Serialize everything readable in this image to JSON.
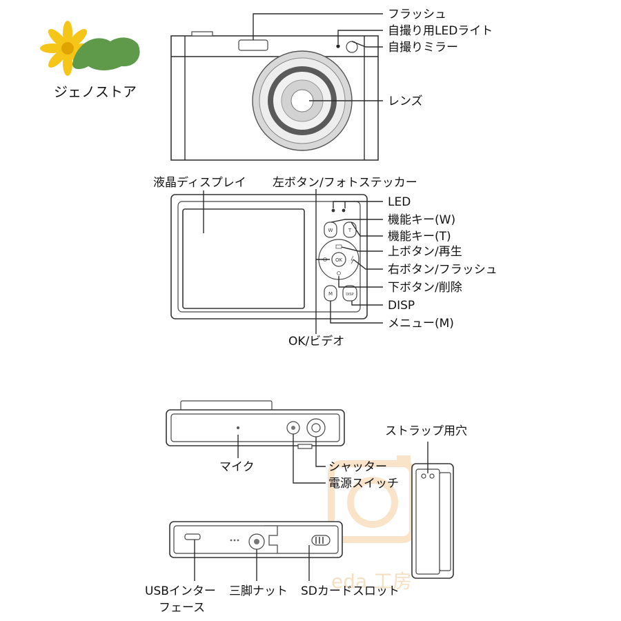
{
  "brand": {
    "name": "ジェノストア"
  },
  "watermark": {
    "text": "eda 工房"
  },
  "front": {
    "labels": {
      "flash": "フラッシュ",
      "selfie_led": "自撮り用LEDライト",
      "selfie_mirror": "自撮りミラー",
      "lens": "レンズ"
    }
  },
  "back": {
    "labels": {
      "lcd": "液晶ディスプレイ",
      "left_button": "左ボタン/フォトステッカー",
      "led": "LED",
      "func_w": "機能キー(W)",
      "func_t": "機能キー(T)",
      "up_button": "上ボタン/再生",
      "right_button": "右ボタン/フラッシュ",
      "down_button": "下ボタン/削除",
      "disp": "DISP",
      "menu": "メニュー(M)",
      "ok": "OK/ビデオ"
    },
    "button_glyphs": {
      "w": "W",
      "t": "T",
      "ok": "OK",
      "m": "M",
      "disp": "DISP"
    }
  },
  "top": {
    "labels": {
      "mic": "マイク",
      "shutter": "シャッター",
      "power": "電源スイッチ"
    }
  },
  "side": {
    "labels": {
      "strap": "ストラップ用穴"
    }
  },
  "bottom": {
    "labels": {
      "usb_line1": "USBインター",
      "usb_line2": "フェース",
      "tripod": "三脚ナット",
      "sd": "SDカードスロット"
    }
  }
}
